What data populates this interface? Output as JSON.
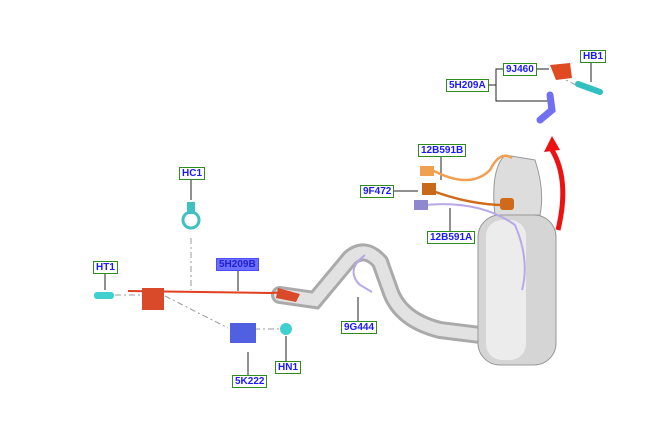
{
  "callouts": {
    "hb1": "HB1",
    "j460": "9J460",
    "h209a": "5H209A",
    "b591b": "12B591B",
    "f472": "9F472",
    "b591a": "12B591A",
    "hc1": "HC1",
    "ht1": "HT1",
    "h209b": "5H209B",
    "g444": "9G444",
    "k222": "5K222",
    "hn1": "HN1"
  },
  "colors": {
    "label_border": "#2e8b1e",
    "label_text": "#1a1aff",
    "selected_bg": "#6f6fff",
    "arrow": "#ee1111"
  }
}
